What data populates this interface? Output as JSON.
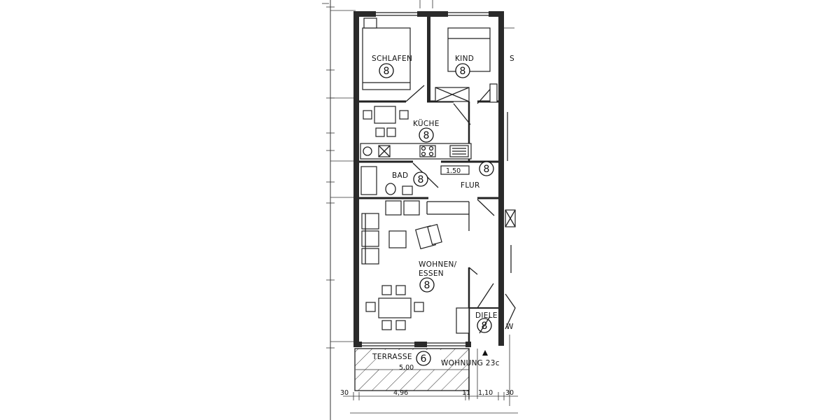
{
  "rooms": {
    "schlafen": {
      "name": "SCHLAFEN",
      "code": "8"
    },
    "kind": {
      "name": "KIND",
      "code": "8"
    },
    "kueche": {
      "name": "KÜCHE",
      "code": "8"
    },
    "bad": {
      "name": "BAD",
      "code": "8"
    },
    "flur": {
      "name": "FLUR",
      "code": "8"
    },
    "wohnen": {
      "name_line1": "WOHNEN/",
      "name_line2": "ESSEN",
      "code": "8"
    },
    "diele": {
      "name": "DIELE",
      "code": "8"
    },
    "terrasse": {
      "name": "TERRASSE",
      "code": "6"
    }
  },
  "unit_label": "WOHNUNG 23c",
  "dimensions": {
    "flur_width": "1.50",
    "terrace_width": "5,00",
    "bottom_left": "30",
    "bottom_main": "4,96",
    "bottom_small": "11",
    "bottom_entry": "1,10",
    "bottom_right": "30"
  },
  "edge_fragments": {
    "right_top": "S",
    "right_mid": "W"
  },
  "colors": {
    "wall": "#2a2a2a",
    "line": "#222222",
    "background": "#ffffff"
  }
}
